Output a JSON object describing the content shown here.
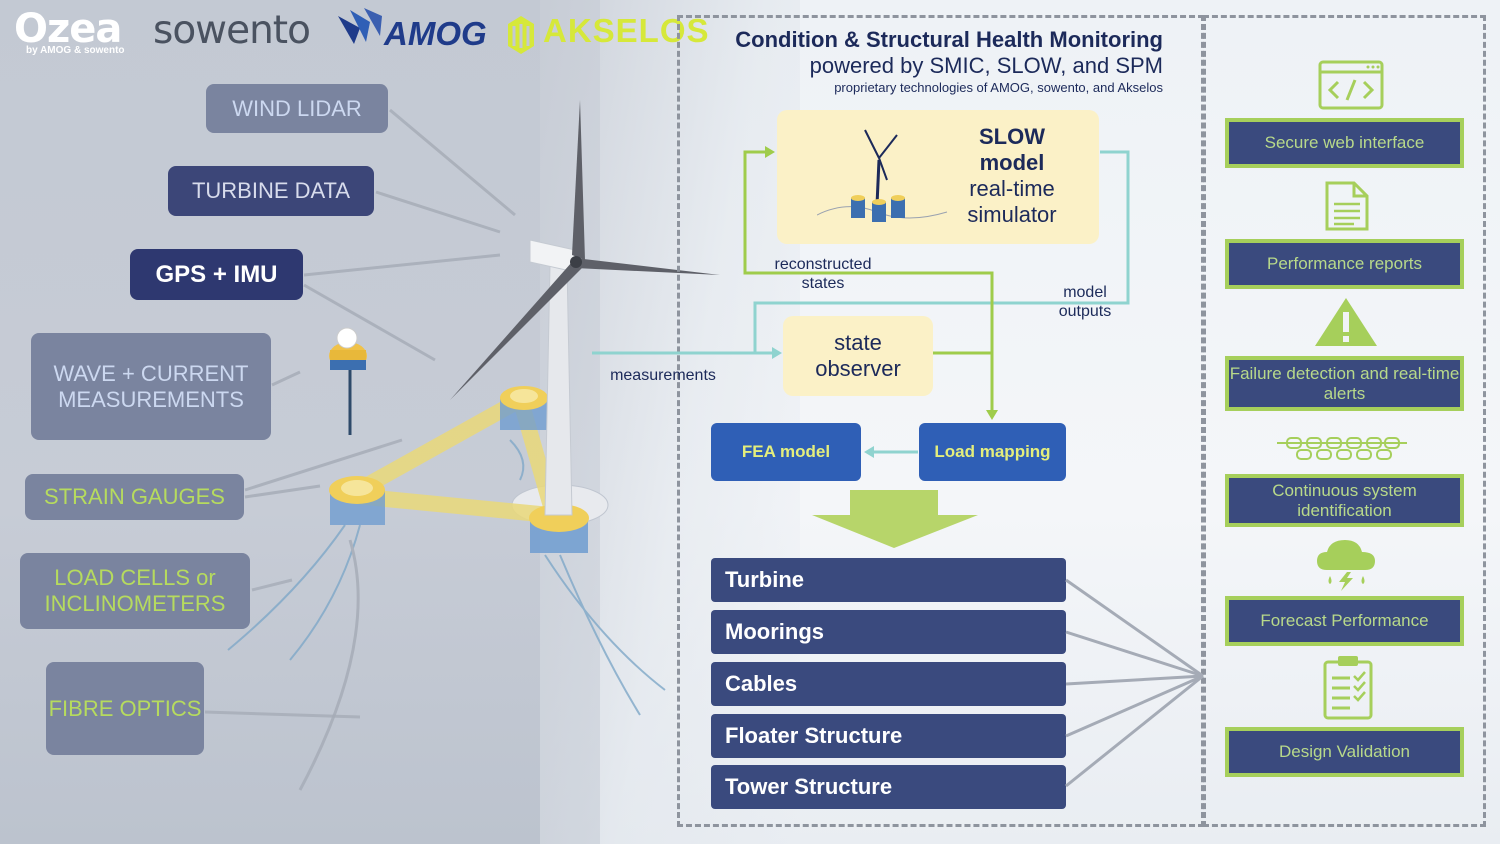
{
  "logos": {
    "ozea": "Ozea",
    "ozea_sub": "by AMOG & sowento",
    "sowento": "sowento",
    "amog": "AMOG",
    "akselos": "AKSELOS"
  },
  "sensors": [
    {
      "label": "WIND LIDAR"
    },
    {
      "label": "TURBINE DATA"
    },
    {
      "label": "GPS + IMU"
    },
    {
      "label": "WAVE + CURRENT MEASUREMENTS"
    },
    {
      "label": "STRAIN GAUGES"
    },
    {
      "label": "LOAD CELLS or INCLINOMETERS"
    },
    {
      "label": "FIBRE OPTICS"
    }
  ],
  "header": {
    "title": "Condition & Structural Health Monitoring",
    "subtitle": "powered by SMIC, SLOW, and SPM",
    "subsubtitle": "proprietary technologies of AMOG, sowento, and Akselos"
  },
  "slow": {
    "line1": "SLOW",
    "line2": "model",
    "line3": "real-time",
    "line4": "simulator"
  },
  "observer": {
    "line1": "state",
    "line2": "observer"
  },
  "labels": {
    "reconstructed": "reconstructed states",
    "model_outputs": "model outputs",
    "measurements": "measurements"
  },
  "fea_model": "FEA model",
  "load_mapping": "Load mapping",
  "components": [
    "Turbine",
    "Moorings",
    "Cables",
    "Floater Structure",
    "Tower Structure"
  ],
  "outputs": [
    {
      "label": "Secure web interface",
      "icon": "code-window-icon"
    },
    {
      "label": "Performance reports",
      "icon": "document-icon"
    },
    {
      "label": "Failure detection and real-time alerts",
      "icon": "warning-icon"
    },
    {
      "label": "Continuous system identification",
      "icon": "chain-icon"
    },
    {
      "label": "Forecast Performance",
      "icon": "storm-cloud-icon"
    },
    {
      "label": "Design Validation",
      "icon": "clipboard-icon"
    }
  ],
  "colors": {
    "navy": "#3a4a7e",
    "green": "#a6cf5b",
    "teal": "#8fd3cf",
    "cream": "#fbf1c7",
    "blue": "#2f5fb6"
  }
}
